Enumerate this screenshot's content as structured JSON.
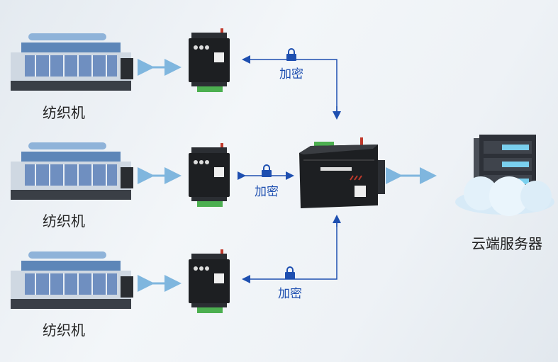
{
  "machines": [
    {
      "label": "纺织机"
    },
    {
      "label": "纺织机"
    },
    {
      "label": "纺织机"
    }
  ],
  "links": [
    {
      "label": "加密"
    },
    {
      "label": "加密"
    },
    {
      "label": "加密"
    }
  ],
  "server": {
    "label": "云端服务器"
  },
  "colors": {
    "arrow": "#1e4fb0",
    "light_arrow": "#7fb6de",
    "device": "#1d1f22",
    "terminal": "#4caf50"
  }
}
